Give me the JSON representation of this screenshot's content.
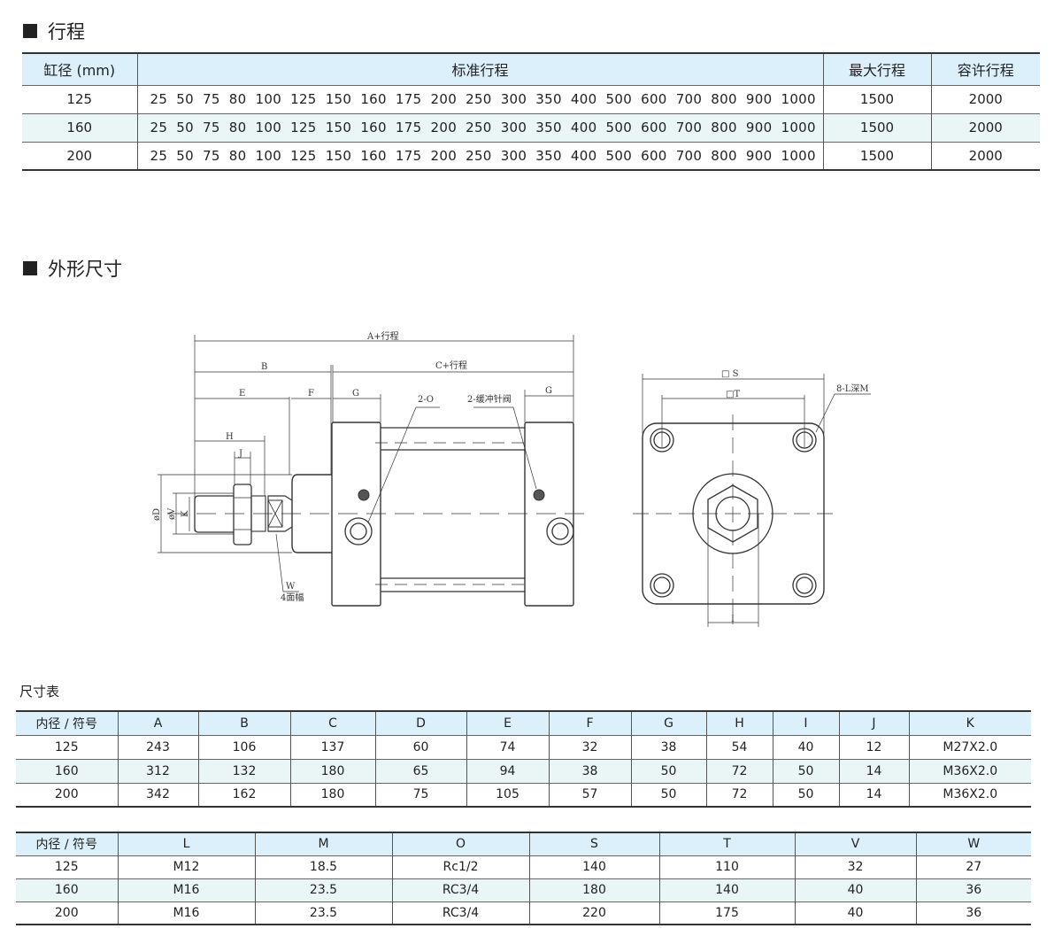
{
  "section1": {
    "title": "行程"
  },
  "stroke_table": {
    "headers": [
      "缸径 (mm)",
      "标准行程",
      "最大行程",
      "容许行程"
    ],
    "rows": [
      {
        "bore": "125",
        "standard": "25 50 75 80 100 125 150 160 175 200 250 300 350 400 500 600 700 800 900 1000",
        "max": "1500",
        "allow": "2000"
      },
      {
        "bore": "160",
        "standard": "25 50 75 80 100 125 150 160 175 200 250 300 350 400 500 600 700 800 900 1000",
        "max": "1500",
        "allow": "2000"
      },
      {
        "bore": "200",
        "standard": "25 50 75 80 100 125 150 160 175 200 250 300 350 400 500 600 700 800 900 1000",
        "max": "1500",
        "allow": "2000"
      }
    ]
  },
  "section2": {
    "title": "外形尺寸"
  },
  "drawing": {
    "a_stroke": "A+行程",
    "b": "B",
    "c_stroke": "C+行程",
    "e": "E",
    "f": "F",
    "g": "G",
    "g2": "G",
    "h": "H",
    "j": "J",
    "d": "øD",
    "v": "øV",
    "k": "K",
    "w": "W",
    "w_note": "4面幅",
    "port": "2-O",
    "cushion": "2-缓冲针阀",
    "s": "□ S",
    "t": "□T",
    "i": "I",
    "bolt": "8-L深M"
  },
  "dim_caption": "尺寸表",
  "dim_table1": {
    "headers": [
      "内径 / 符号",
      "A",
      "B",
      "C",
      "D",
      "E",
      "F",
      "G",
      "H",
      "I",
      "J",
      "K"
    ],
    "rows": [
      [
        "125",
        "243",
        "106",
        "137",
        "60",
        "74",
        "32",
        "38",
        "54",
        "40",
        "12",
        "M27X2.0"
      ],
      [
        "160",
        "312",
        "132",
        "180",
        "65",
        "94",
        "38",
        "50",
        "72",
        "50",
        "14",
        "M36X2.0"
      ],
      [
        "200",
        "342",
        "162",
        "180",
        "75",
        "105",
        "57",
        "50",
        "72",
        "50",
        "14",
        "M36X2.0"
      ]
    ]
  },
  "dim_table2": {
    "headers": [
      "内径 / 符号",
      "L",
      "M",
      "O",
      "S",
      "T",
      "V",
      "W"
    ],
    "rows": [
      [
        "125",
        "M12",
        "18.5",
        "Rc1/2",
        "140",
        "110",
        "32",
        "27"
      ],
      [
        "160",
        "M16",
        "23.5",
        "RC3/4",
        "180",
        "140",
        "40",
        "36"
      ],
      [
        "200",
        "M16",
        "23.5",
        "RC3/4",
        "220",
        "175",
        "40",
        "36"
      ]
    ]
  }
}
